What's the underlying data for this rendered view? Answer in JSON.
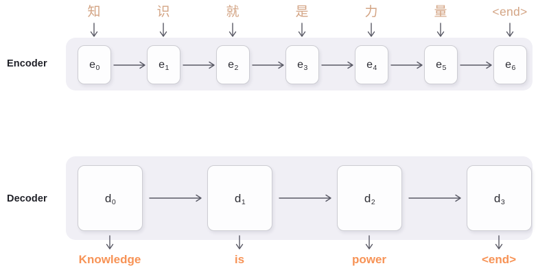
{
  "diagram": {
    "title": "Encoder-Decoder sequence-to-sequence diagram",
    "colors": {
      "band_background": "#f0eff5",
      "cell_background": "#fdfdfe",
      "cell_border": "#ccccd2",
      "input_token_color": "#d3a484",
      "output_token_color": "#f79356",
      "arrow_color": "#585864",
      "label_color": "#1f2027",
      "page_background": "#ffffff"
    }
  },
  "encoder": {
    "row_label": "Encoder",
    "cells": [
      {
        "base": "e",
        "sub": "0"
      },
      {
        "base": "e",
        "sub": "1"
      },
      {
        "base": "e",
        "sub": "2"
      },
      {
        "base": "e",
        "sub": "3"
      },
      {
        "base": "e",
        "sub": "4"
      },
      {
        "base": "e",
        "sub": "5"
      },
      {
        "base": "e",
        "sub": "6"
      }
    ],
    "input_tokens": [
      "知",
      "识",
      "就",
      "是",
      "力",
      "量",
      "<end>"
    ]
  },
  "decoder": {
    "row_label": "Decoder",
    "cells": [
      {
        "base": "d",
        "sub": "0"
      },
      {
        "base": "d",
        "sub": "1"
      },
      {
        "base": "d",
        "sub": "2"
      },
      {
        "base": "d",
        "sub": "3"
      }
    ],
    "output_tokens": [
      "Knowledge",
      "is",
      "power",
      "<end>"
    ]
  }
}
